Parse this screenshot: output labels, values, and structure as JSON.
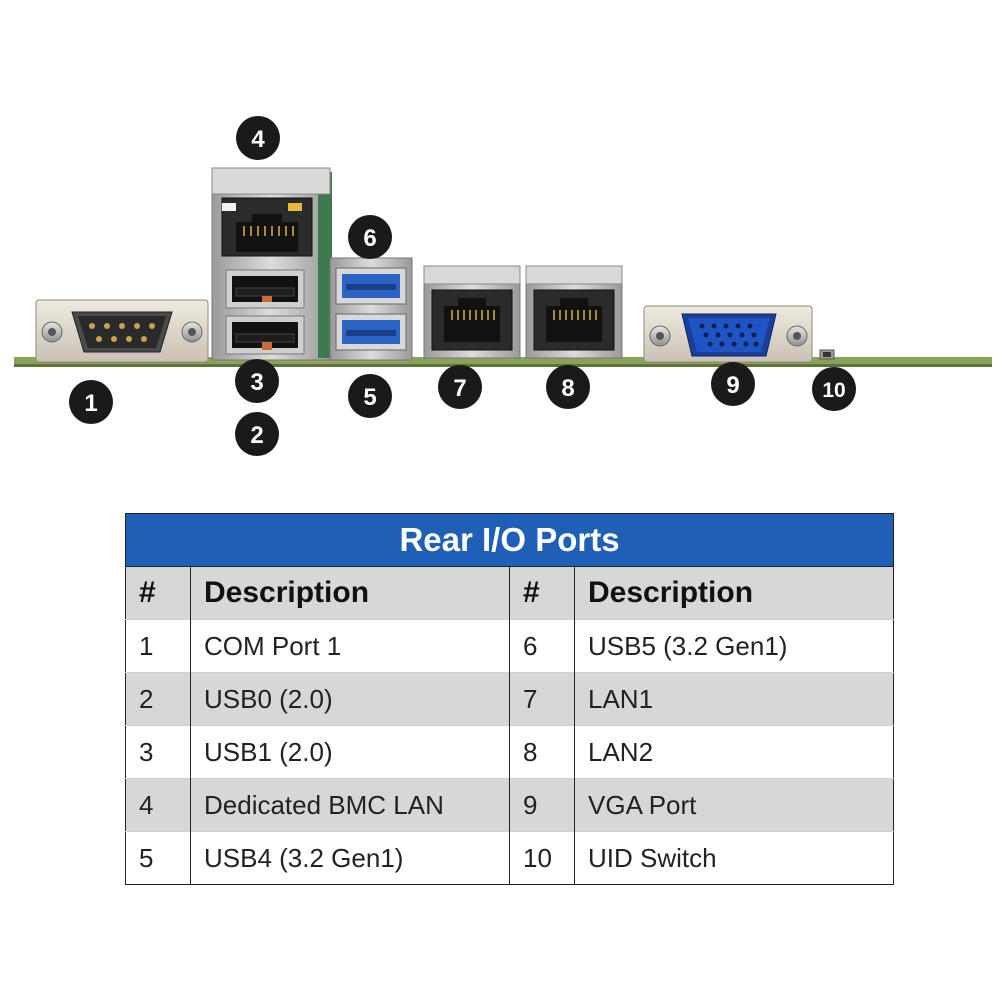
{
  "callouts": [
    "1",
    "2",
    "3",
    "4",
    "5",
    "6",
    "7",
    "8",
    "9",
    "10"
  ],
  "table": {
    "title": "Rear I/O Ports",
    "headers": [
      "#",
      "Description",
      "#",
      "Description"
    ],
    "rows": [
      [
        "1",
        "COM Port 1",
        "6",
        "USB5 (3.2 Gen1)"
      ],
      [
        "2",
        "USB0 (2.0)",
        "7",
        "LAN1"
      ],
      [
        "3",
        "USB1 (2.0)",
        "8",
        "LAN2"
      ],
      [
        "4",
        "Dedicated BMC LAN",
        "9",
        "VGA Port"
      ],
      [
        "5",
        "USB4 (3.2 Gen1)",
        "10",
        "UID Switch"
      ]
    ]
  },
  "colors": {
    "title_bar": "#1f5fb8",
    "header_bg": "#d7d7d7",
    "callout_bg": "#1a1a1a",
    "pcb": "#8aa35a",
    "usb3_blue": "#2a63c4"
  }
}
